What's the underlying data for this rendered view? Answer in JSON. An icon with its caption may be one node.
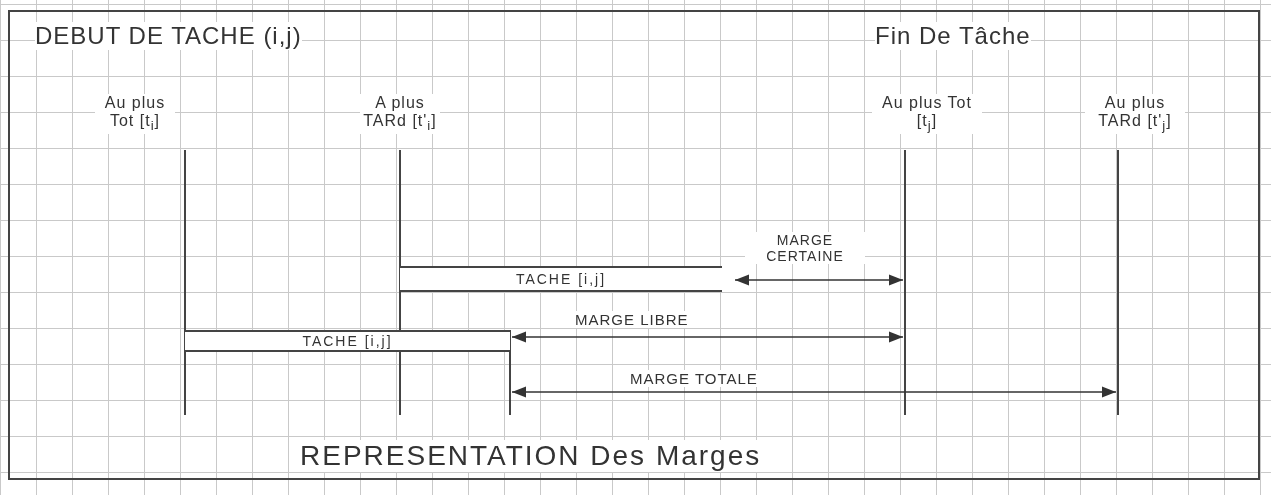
{
  "diagram": {
    "caption": "REPRESENTATION Des Marges",
    "nodes": [
      {
        "text": [
          "TACHE [i,j]"
        ]
      },
      {
        "text": [
          "TACHE [i,j]"
        ]
      }
    ],
    "labels": [
      "DEBUT DE TACHE (i,j)",
      "Fin De Tâche",
      "Au plus Tot [t$_{i}$]",
      "A plus TARd [t'$_{i}$]",
      "Au plus Tot [t$_{j}$]",
      "Au plus TARd [t'$_{j}$]",
      "MARGE CERTAINE",
      "MARGE LIBRE",
      "MARGE TOTALE"
    ]
  }
}
